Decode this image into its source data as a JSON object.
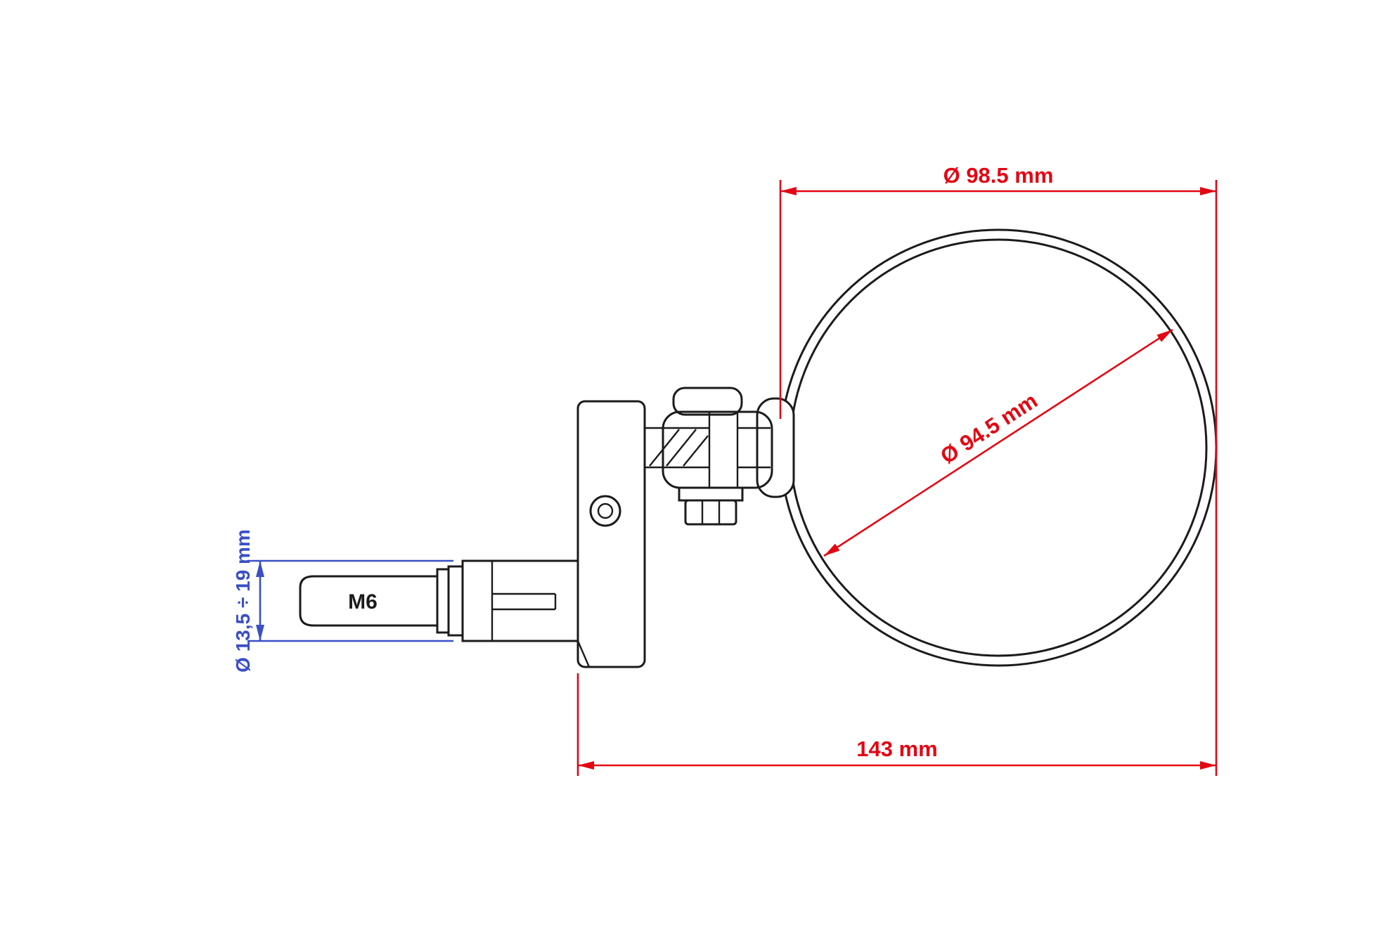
{
  "dimensions": {
    "top_diameter": "Ø 98.5 mm",
    "mirror_diameter": "Ø 94.5 mm",
    "total_length": "143 mm",
    "clamp_range": "Ø 13,5 ÷ 19 mm",
    "thread_label": "M6"
  },
  "colors": {
    "dimension_red": "#e30613",
    "dimension_blue": "#3a4fc4",
    "outline_black": "#1b1b1b",
    "background": "#ffffff"
  }
}
